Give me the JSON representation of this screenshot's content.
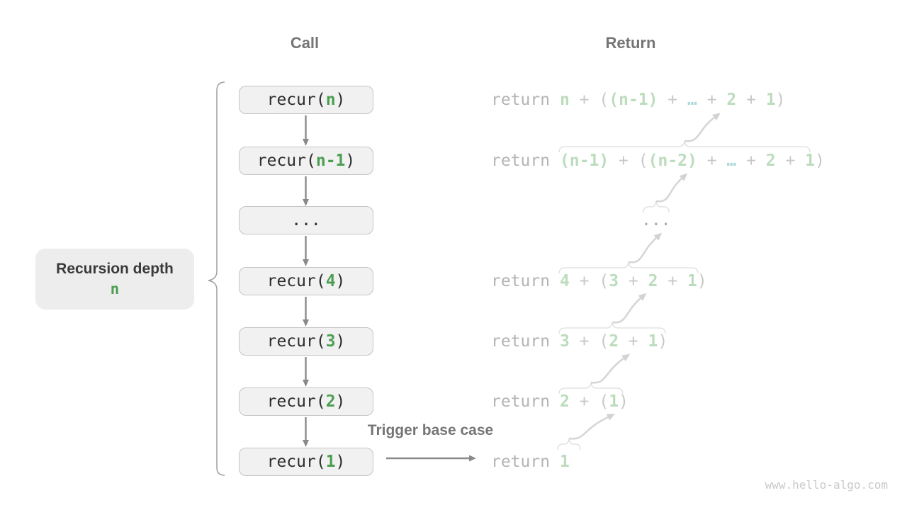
{
  "headers": {
    "call": "Call",
    "return": "Return"
  },
  "depth_label": {
    "line1": "Recursion depth",
    "line2": "n"
  },
  "trigger_label": "Trigger base case",
  "watermark": "www.hello-algo.com",
  "colors": {
    "accent_green": "#4c9e52",
    "light_green": "#bcdcbd",
    "teal": "#aed8da",
    "code_dark": "#2e2e2e",
    "kw_gray": "#b4b4b4",
    "op_gray": "#c8c8c8",
    "header_gray": "#757575",
    "arrow_gray": "#8a8a8a",
    "light_arrow": "#d6d6d6",
    "box_bg": "#f1f1f1",
    "box_border": "#c5c5c5",
    "label_bg": "#ededed",
    "label_text": "#3a3a3a",
    "watermark": "#c9c9c9"
  },
  "call_column": {
    "boxes": [
      {
        "tokens": [
          {
            "t": "recur(",
            "c": "code"
          },
          {
            "t": "n",
            "c": "green"
          },
          {
            "t": ")",
            "c": "code"
          }
        ]
      },
      {
        "tokens": [
          {
            "t": "recur(",
            "c": "code"
          },
          {
            "t": "n-1",
            "c": "green"
          },
          {
            "t": ")",
            "c": "code"
          }
        ]
      },
      {
        "tokens": [
          {
            "t": "...",
            "c": "code"
          }
        ]
      },
      {
        "tokens": [
          {
            "t": "recur(",
            "c": "code"
          },
          {
            "t": "4",
            "c": "green"
          },
          {
            "t": ")",
            "c": "code"
          }
        ]
      },
      {
        "tokens": [
          {
            "t": "recur(",
            "c": "code"
          },
          {
            "t": "3",
            "c": "green"
          },
          {
            "t": ")",
            "c": "code"
          }
        ]
      },
      {
        "tokens": [
          {
            "t": "recur(",
            "c": "code"
          },
          {
            "t": "2",
            "c": "green"
          },
          {
            "t": ")",
            "c": "code"
          }
        ]
      },
      {
        "tokens": [
          {
            "t": "recur(",
            "c": "code"
          },
          {
            "t": "1",
            "c": "green"
          },
          {
            "t": ")",
            "c": "code"
          }
        ]
      }
    ]
  },
  "return_column": {
    "rows": [
      {
        "tokens": [
          {
            "t": "return ",
            "c": "kw"
          },
          {
            "t": "n",
            "c": "lg"
          },
          {
            "t": " + ",
            "c": "op"
          },
          {
            "t": "(",
            "c": "op"
          },
          {
            "t": "(n-1)",
            "c": "lg"
          },
          {
            "t": " + ",
            "c": "op"
          },
          {
            "t": "…",
            "c": "teal"
          },
          {
            "t": " + ",
            "c": "op"
          },
          {
            "t": "2",
            "c": "lg"
          },
          {
            "t": " + ",
            "c": "op"
          },
          {
            "t": "1",
            "c": "lg"
          },
          {
            "t": ")",
            "c": "op"
          }
        ]
      },
      {
        "tokens": [
          {
            "t": "return ",
            "c": "kw"
          },
          {
            "t": "(n-1)",
            "c": "lg"
          },
          {
            "t": " + ",
            "c": "op"
          },
          {
            "t": "(",
            "c": "op"
          },
          {
            "t": "(n-2)",
            "c": "lg"
          },
          {
            "t": " + ",
            "c": "op"
          },
          {
            "t": "…",
            "c": "teal"
          },
          {
            "t": " + ",
            "c": "op"
          },
          {
            "t": "2",
            "c": "lg"
          },
          {
            "t": " + ",
            "c": "op"
          },
          {
            "t": "1",
            "c": "lg"
          },
          {
            "t": ")",
            "c": "op"
          }
        ]
      },
      {
        "tokens": [
          {
            "t": "...",
            "c": "dots"
          }
        ]
      },
      {
        "tokens": [
          {
            "t": "return ",
            "c": "kw"
          },
          {
            "t": "4",
            "c": "lg"
          },
          {
            "t": " + ",
            "c": "op"
          },
          {
            "t": "(",
            "c": "op"
          },
          {
            "t": "3",
            "c": "lg"
          },
          {
            "t": " + ",
            "c": "op"
          },
          {
            "t": "2",
            "c": "lg"
          },
          {
            "t": " + ",
            "c": "op"
          },
          {
            "t": "1",
            "c": "lg"
          },
          {
            "t": ")",
            "c": "op"
          }
        ]
      },
      {
        "tokens": [
          {
            "t": "return ",
            "c": "kw"
          },
          {
            "t": "3",
            "c": "lg"
          },
          {
            "t": " + ",
            "c": "op"
          },
          {
            "t": "(",
            "c": "op"
          },
          {
            "t": "2",
            "c": "lg"
          },
          {
            "t": " + ",
            "c": "op"
          },
          {
            "t": "1",
            "c": "lg"
          },
          {
            "t": ")",
            "c": "op"
          }
        ]
      },
      {
        "tokens": [
          {
            "t": "return ",
            "c": "kw"
          },
          {
            "t": "2",
            "c": "lg"
          },
          {
            "t": " + ",
            "c": "op"
          },
          {
            "t": "(",
            "c": "op"
          },
          {
            "t": "1",
            "c": "lg"
          },
          {
            "t": ")",
            "c": "op"
          }
        ]
      },
      {
        "tokens": [
          {
            "t": "return ",
            "c": "kw"
          },
          {
            "t": "1",
            "c": "lg"
          }
        ]
      }
    ]
  }
}
